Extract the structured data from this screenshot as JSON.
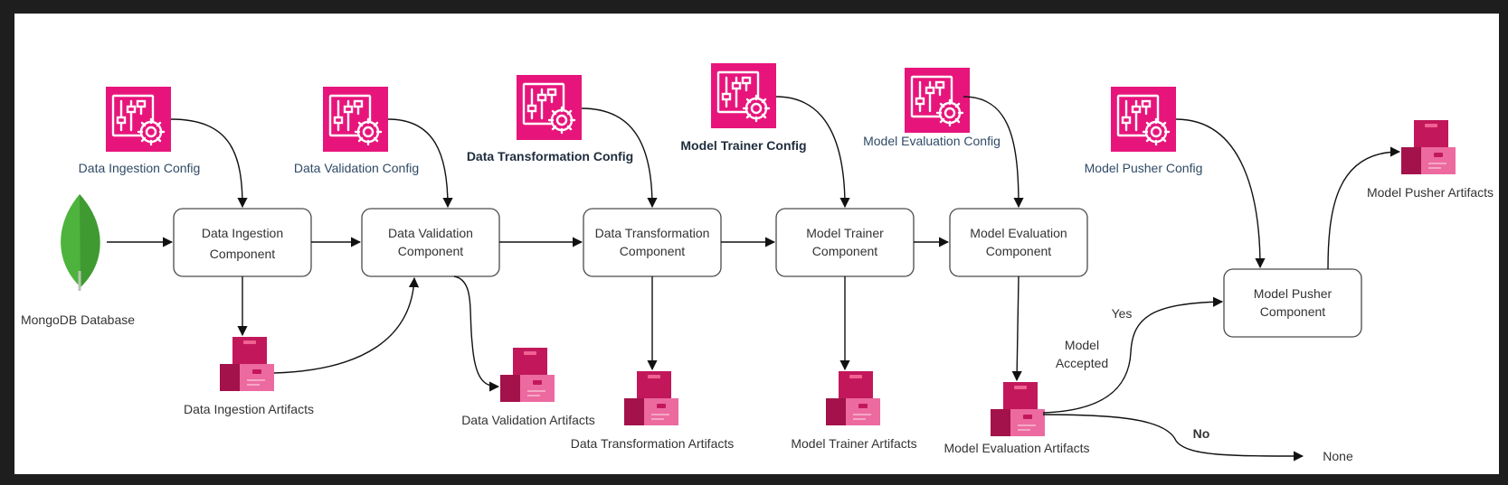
{
  "colors": {
    "page_background": "#1e1e1e",
    "canvas": "#ffffff",
    "config_icon": "#e7157b",
    "artifact_dark": "#c2185b",
    "artifact_mid": "#d81b60",
    "artifact_light": "#ec6aa0",
    "mongodb_leaf": "#4db33d"
  },
  "source": {
    "label": "MongoDB Database",
    "icon": "mongodb-leaf-icon"
  },
  "components": [
    {
      "id": "ingestion",
      "line1": "Data Ingestion",
      "line2": "Component"
    },
    {
      "id": "validation",
      "line1": "Data Validation",
      "line2": "Component"
    },
    {
      "id": "transformation",
      "line1": "Data Transformation",
      "line2": "Component"
    },
    {
      "id": "trainer",
      "line1": "Model Trainer",
      "line2": "Component"
    },
    {
      "id": "evaluation",
      "line1": "Model Evaluation",
      "line2": "Component"
    },
    {
      "id": "pusher",
      "line1": "Model Pusher",
      "line2": "Component"
    }
  ],
  "configs": [
    {
      "id": "ingestion",
      "label": "Data Ingestion Config",
      "icon": "config-sliders-icon"
    },
    {
      "id": "validation",
      "label": "Data Validation Config",
      "icon": "config-sliders-icon"
    },
    {
      "id": "transformation",
      "label": "Data Transformation Config",
      "icon": "config-sliders-icon"
    },
    {
      "id": "trainer",
      "label": "Model Trainer Config",
      "icon": "config-sliders-icon"
    },
    {
      "id": "evaluation",
      "label": "Model Evaluation Config",
      "icon": "config-sliders-icon"
    },
    {
      "id": "pusher",
      "label": "Model Pusher Config",
      "icon": "config-sliders-icon"
    }
  ],
  "artifacts": [
    {
      "id": "ingestion",
      "label": "Data Ingestion Artifacts",
      "icon": "artifact-boxes-icon"
    },
    {
      "id": "validation",
      "label": "Data Validation Artifacts",
      "icon": "artifact-boxes-icon"
    },
    {
      "id": "transformation",
      "label": "Data Transformation Artifacts",
      "icon": "artifact-boxes-icon"
    },
    {
      "id": "trainer",
      "label": "Model Trainer Artifacts",
      "icon": "artifact-boxes-icon"
    },
    {
      "id": "evaluation",
      "label": "Model Evaluation Artifacts",
      "icon": "artifact-boxes-icon"
    },
    {
      "id": "pusher",
      "label": "Model Pusher Artifacts",
      "icon": "artifact-boxes-icon"
    }
  ],
  "decision": {
    "line1": "Model",
    "line2": "Accepted",
    "yes_label": "Yes",
    "no_label": "No",
    "none_label": "None"
  }
}
